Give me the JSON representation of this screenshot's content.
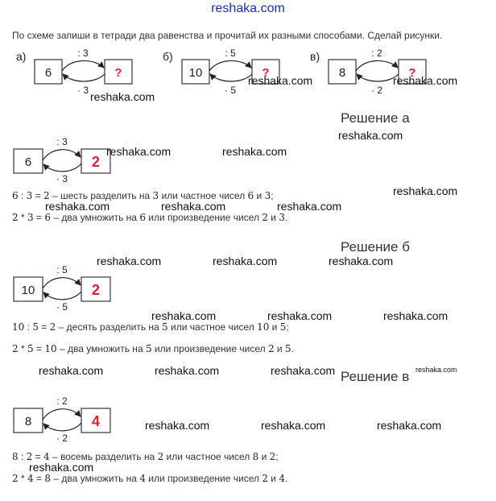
{
  "site_title": "reshaka.com",
  "task_text": "По схеме запиши в тетради два равенства и прочитай их разными способами. Сделай рисунки.",
  "watermark": "reshaka.com",
  "task_schemes": [
    {
      "label": "а)",
      "left": "6",
      "right": "?",
      "top_op": ": 3",
      "bottom_op": "· 3"
    },
    {
      "label": "б)",
      "left": "10",
      "right": "?",
      "top_op": ": 5",
      "bottom_op": "· 5"
    },
    {
      "label": "в)",
      "left": "8",
      "right": "?",
      "top_op": ": 2",
      "bottom_op": "· 2"
    }
  ],
  "solutions": [
    {
      "heading": "Решение а",
      "left": "6",
      "right": "2",
      "top_op": ": 3",
      "bottom_op": "· 3",
      "line1": {
        "expr": [
          "6",
          ":",
          "3",
          "=",
          "2"
        ],
        "text": [
          " – шесть разделить на ",
          "3",
          " или частное чисел ",
          "6",
          " и ",
          "3",
          ";"
        ]
      },
      "line2": {
        "expr": [
          "2",
          "*",
          "3",
          "=",
          "6"
        ],
        "text": [
          " – два умножить на ",
          "6",
          " или произведение чисел ",
          "2",
          " и ",
          "3",
          "."
        ]
      }
    },
    {
      "heading": "Решение б",
      "left": "10",
      "right": "2",
      "top_op": ": 5",
      "bottom_op": "· 5",
      "line1": {
        "expr": [
          "10",
          ":",
          "5",
          "=",
          "2"
        ],
        "text": [
          " – десять разделить на ",
          "5",
          " или частное чисел ",
          "10",
          " и ",
          "5",
          ";"
        ]
      },
      "line2": {
        "expr": [
          "2",
          "*",
          "5",
          "=",
          "10"
        ],
        "text": [
          " – два умножить на ",
          "5",
          " или произведение чисел ",
          "2",
          " и ",
          "5",
          "."
        ]
      }
    },
    {
      "heading": "Решение в",
      "left": "8",
      "right": "4",
      "top_op": ": 2",
      "bottom_op": "· 2",
      "line1": {
        "expr": [
          "8",
          ":",
          "2",
          "=",
          "4"
        ],
        "text": [
          " – восемь разделить на ",
          "2",
          " или частное чисел ",
          "8",
          " и ",
          "2",
          ";"
        ]
      },
      "line2": {
        "expr": [
          "2",
          "*",
          "4",
          "=",
          "8"
        ],
        "text": [
          " – два умножить на ",
          "4",
          " или произведение чисел ",
          "2",
          " и ",
          "4",
          "."
        ]
      }
    }
  ],
  "colors": {
    "site_title": "#1a2fb5",
    "answer_red": "#e0202a",
    "question_red": "#e0202a",
    "text": "#333333"
  }
}
